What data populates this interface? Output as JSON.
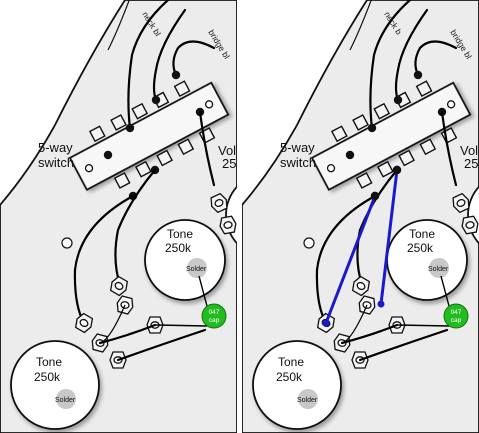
{
  "panels": [
    {
      "id": "before",
      "switch_label": [
        "5-way",
        "switch"
      ],
      "volume_label": [
        "Volu",
        "25"
      ],
      "wire_labels": [
        "neck bl",
        "bridge bl"
      ],
      "upper_pot": {
        "name": "Tone",
        "value": "250k",
        "solder": "Solder"
      },
      "lower_pot": {
        "name": "Tone",
        "value": "250k",
        "solder": "Solder"
      },
      "cap": [
        "047",
        "cap"
      ],
      "blue_jumpers": false
    },
    {
      "id": "after",
      "switch_label": [
        "5-way",
        "switch"
      ],
      "volume_label": [
        "Volu",
        "25"
      ],
      "wire_labels": [
        "neck b",
        "bridge bl"
      ],
      "upper_pot": {
        "name": "Tone",
        "value": "250k",
        "solder": "Solder"
      },
      "lower_pot": {
        "name": "Tone",
        "value": "250k",
        "solder": "Solder"
      },
      "cap": [
        "047",
        "cap"
      ],
      "blue_jumpers": true
    }
  ],
  "colors": {
    "pickguard": "#ececec",
    "outline": "#111111",
    "wire": "#000000",
    "jumper": "#1a1acc",
    "cap": "#22bb22",
    "solder": "#c8c8c8"
  }
}
